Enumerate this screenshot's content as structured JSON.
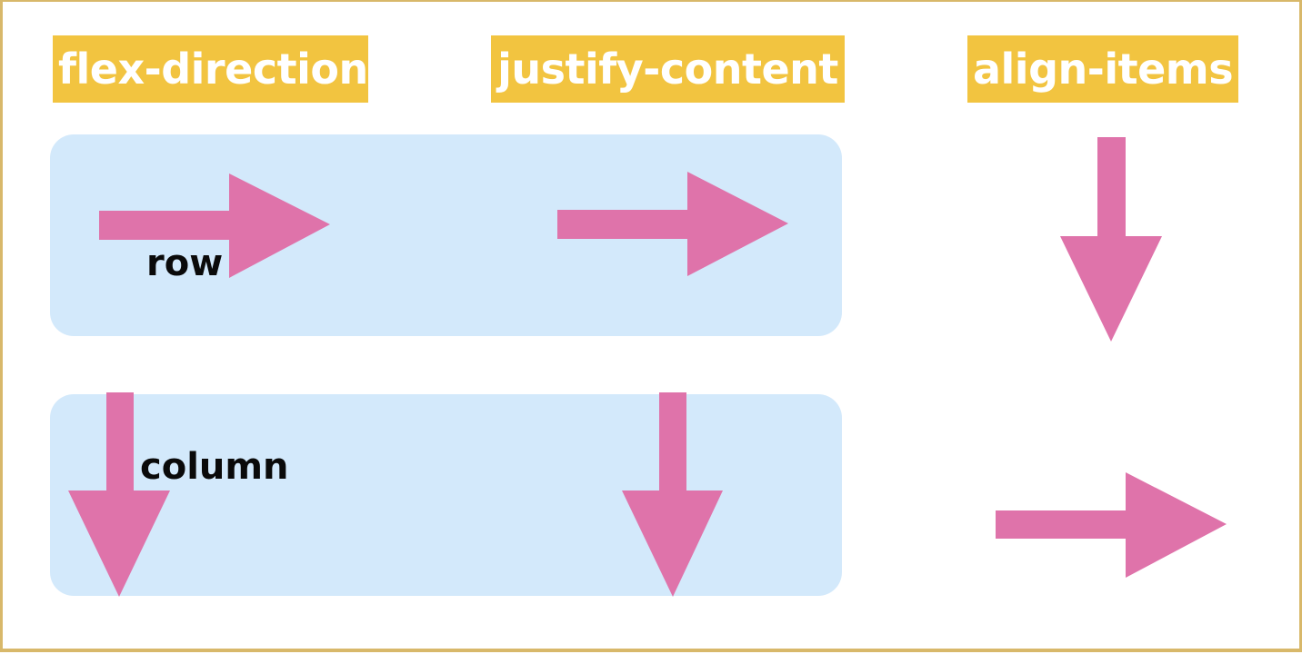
{
  "colors": {
    "label_background": "#f2c440",
    "panel_background": "#d3e9fb",
    "arrow": "#df73aa"
  },
  "labels": {
    "flex_direction": "flex-direction",
    "justify_content": "justify-content",
    "align_items": "align-items"
  },
  "captions": {
    "row": "row",
    "column": "column"
  },
  "arrows": [
    {
      "name": "row-flex-direction-arrow",
      "direction": "right"
    },
    {
      "name": "row-justify-content-arrow",
      "direction": "right"
    },
    {
      "name": "row-align-items-arrow",
      "direction": "down"
    },
    {
      "name": "column-flex-direction-arrow",
      "direction": "down"
    },
    {
      "name": "column-justify-content-arrow",
      "direction": "down"
    },
    {
      "name": "column-align-items-arrow",
      "direction": "right"
    }
  ]
}
